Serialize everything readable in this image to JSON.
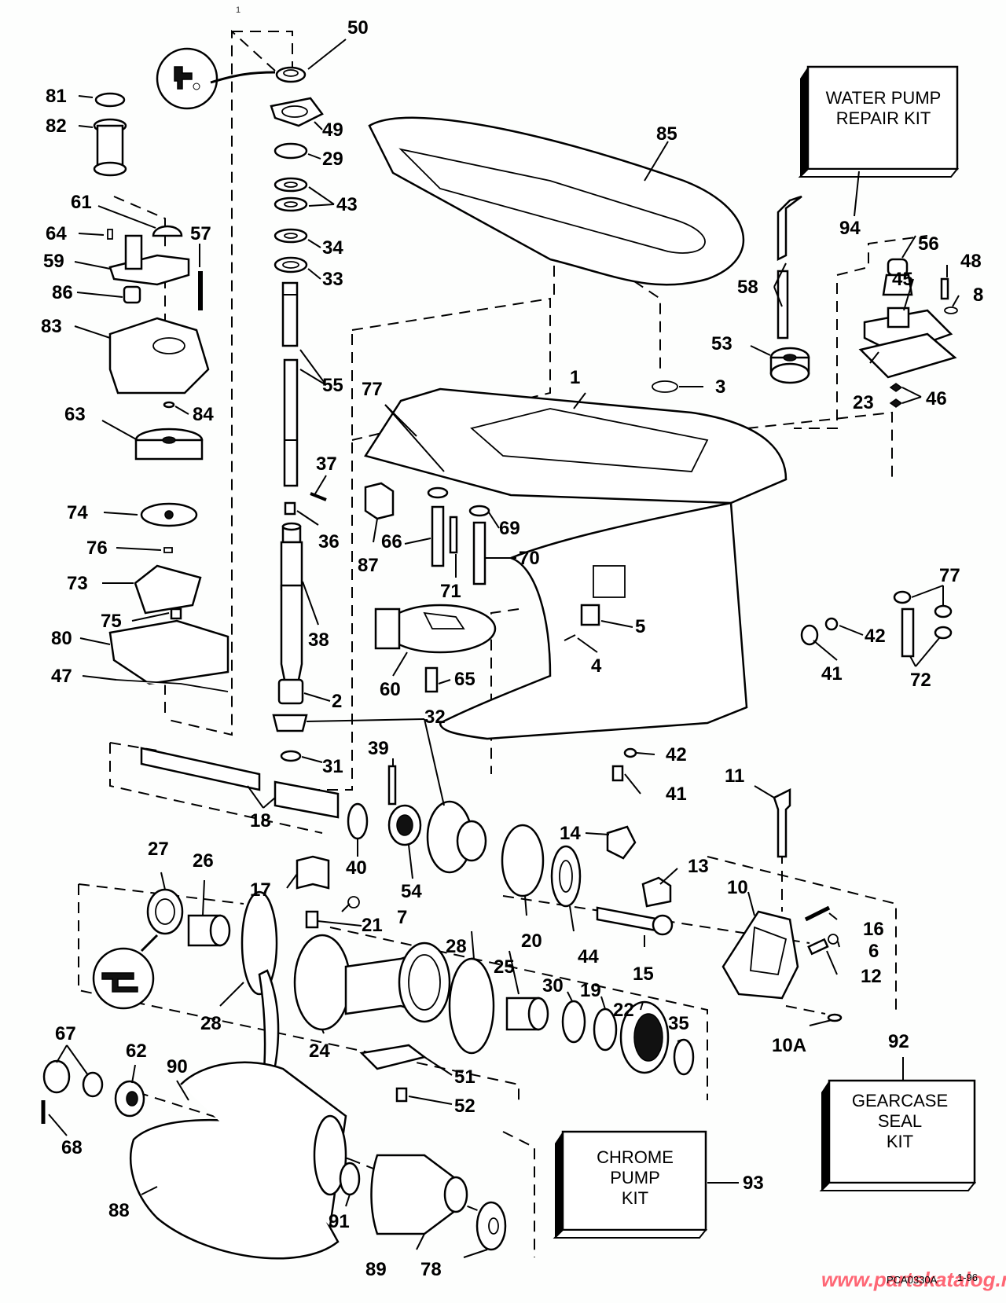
{
  "diagram": {
    "title_mark": "1",
    "document_code": "PCA0330A",
    "revision_date": "1-96",
    "watermark": "www.partskatalog.ru",
    "callouts": [
      "50",
      "81",
      "82",
      "49",
      "29",
      "43",
      "34",
      "33",
      "61",
      "64",
      "57",
      "59",
      "86",
      "83",
      "55",
      "84",
      "63",
      "37",
      "36",
      "74",
      "76",
      "73",
      "38",
      "75",
      "80",
      "47",
      "2",
      "32",
      "31",
      "85",
      "94",
      "58",
      "56",
      "48",
      "45",
      "8",
      "53",
      "3",
      "1",
      "23",
      "46",
      "77",
      "66",
      "69",
      "87",
      "70",
      "71",
      "60",
      "65",
      "5",
      "4",
      "42",
      "41",
      "72",
      "39",
      "18",
      "40",
      "54",
      "11",
      "14",
      "13",
      "10",
      "16",
      "6",
      "12",
      "27",
      "26",
      "17",
      "7",
      "21",
      "20",
      "44",
      "15",
      "28",
      "24",
      "25",
      "30",
      "19",
      "22",
      "35",
      "10A",
      "92",
      "51",
      "52",
      "67",
      "62",
      "90",
      "68",
      "88",
      "91",
      "89",
      "78",
      "93"
    ],
    "kits": {
      "water_pump": {
        "number": "94",
        "lines": [
          "WATER PUMP",
          "REPAIR KIT"
        ]
      },
      "gearcase_seal": {
        "number": "92",
        "lines": [
          "GEARCASE",
          "SEAL",
          "KIT"
        ]
      },
      "chrome_pump": {
        "number": "93",
        "lines": [
          "CHROME",
          "PUMP",
          "KIT"
        ]
      }
    },
    "icons": {
      "top_circle": "lubricant-tool-icon",
      "bottom_circle": "sealant-tool-icon"
    }
  }
}
